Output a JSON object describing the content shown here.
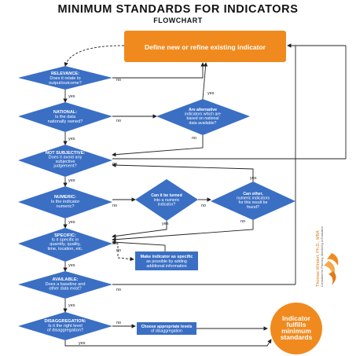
{
  "header": {
    "title": "MINIMUM STANDARDS FOR INDICATORS",
    "subtitle": "FLOWCHART"
  },
  "nodes": {
    "start": "Define new or refine existing indicator",
    "relevance": [
      "RELEVANCE:",
      "Does it relate to",
      "output/outcome?"
    ],
    "national": [
      "NATIONAL:",
      "Is the data",
      "nationally owned?"
    ],
    "alternative": [
      "Are alternative",
      "indicators which are",
      "based on national",
      "data available?"
    ],
    "not_subjective": [
      "NOT SUBJECTIVE:",
      "Does it avoid any",
      "subjective",
      "judgement?"
    ],
    "numeric": [
      "NUMERIC:",
      "Is the indicator",
      "numeric?"
    ],
    "turn_numeric": [
      "Can it be turned",
      "into a numeric",
      "indicator?"
    ],
    "other_numeric": [
      "Can other,",
      "numeric indicators",
      "for this result be",
      "found?"
    ],
    "specific": [
      "SPECIFIC:",
      "Is it specific in",
      "quantity, quality,",
      "time, location, etc."
    ],
    "make_specific": [
      "Make indicator as specific",
      "as possible by adding",
      "additional information"
    ],
    "available": [
      "AVAILABLE:",
      "Does a baseline and",
      "other data exist?"
    ],
    "disaggregation": [
      "DISAGGREGATION:",
      "Is it the right level",
      "of disaggregation?"
    ],
    "choose_levels": [
      "Choose appropriate levels",
      "of disaggregation"
    ],
    "end": [
      "Indicator",
      "fulfills",
      "minimum",
      "standards"
    ]
  },
  "edge_labels": {
    "yes": "yes",
    "no": "no"
  },
  "brand": {
    "name": "Thomas Winderl, Ph.D., MBA",
    "tagline": "Consultant for Planning, Monitoring & Evaluation"
  },
  "colors": {
    "diamond": "#3a6fc4",
    "box": "#3a6fc4",
    "start": "#f08a1e",
    "end": "#f08a1e",
    "arrow": "#222222"
  }
}
